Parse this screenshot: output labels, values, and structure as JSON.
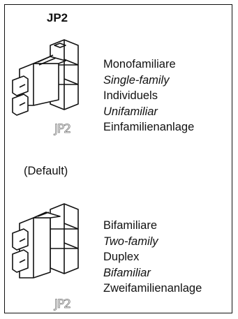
{
  "title": "JP2",
  "default_label": "(Default)",
  "jumper_marks": {
    "top": "JP2",
    "bottom": "JP2"
  },
  "options": [
    {
      "labels": [
        {
          "text": "Monofamiliare",
          "italic": false
        },
        {
          "text": "Single-family",
          "italic": true
        },
        {
          "text": "Individuels",
          "italic": false
        },
        {
          "text": "Unifamiliar",
          "italic": true
        },
        {
          "text": "Einfamilienanlage",
          "italic": false
        }
      ]
    },
    {
      "labels": [
        {
          "text": "Bifamiliare",
          "italic": false
        },
        {
          "text": "Two-family",
          "italic": true
        },
        {
          "text": "Duplex",
          "italic": false
        },
        {
          "text": "Bifamiliar",
          "italic": true
        },
        {
          "text": "Zweifamilienanlage",
          "italic": false
        }
      ]
    }
  ]
}
